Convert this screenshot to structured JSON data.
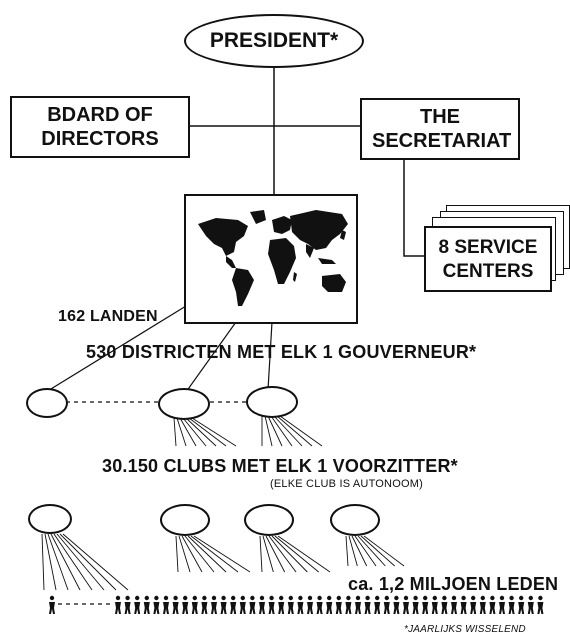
{
  "president": "PRESIDENT*",
  "board": "BDARD OF DIRECTORS",
  "secretariat": "THE SECRETARIAT",
  "service_centers": "8 SERVICE CENTERS",
  "countries": "162 LANDEN",
  "districts": "530 DISTRICTEN MET ELK 1 GOUVERNEUR*",
  "clubs": "30.150 CLUBS MET ELK 1 VOORZITTER*",
  "clubs_note": "(ELKE CLUB IS AUTONOOM)",
  "members": "ca. 1,2 MILJOEN LEDEN",
  "footnote": "*JAARLIJKS WISSELEND",
  "icons": {
    "map": "world-map-icon",
    "person": "person-icon"
  }
}
